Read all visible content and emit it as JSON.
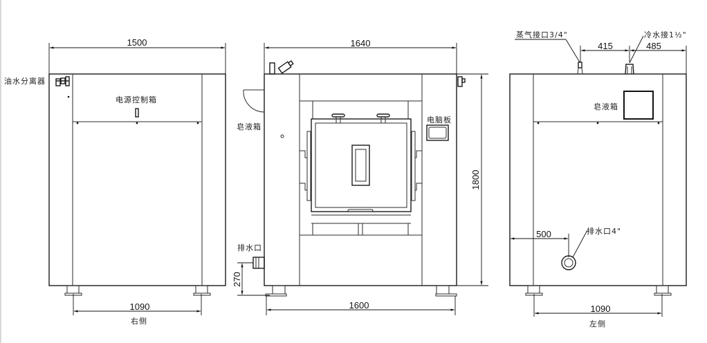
{
  "views": {
    "right_side": {
      "caption": "右侧",
      "dims": {
        "width_top": "1500",
        "feet_span": "1090"
      },
      "labels": {
        "oil_water_separator": "油水分离器",
        "power_control_box": "电源控制箱"
      }
    },
    "front": {
      "dims": {
        "width_top": "1640",
        "feet_span": "1600",
        "height": "1800",
        "drain_height": "270"
      },
      "labels": {
        "soap_box": "皂液箱",
        "computer_panel": "电脑板",
        "drain_outlet": "排水口"
      }
    },
    "left_side": {
      "caption": "左侧",
      "dims": {
        "steam_to_water": "415",
        "water_to_edge": "485",
        "drain_offset": "500",
        "feet_span": "1090"
      },
      "labels": {
        "steam_inlet": "蒸气接口3/4\"",
        "cold_water_inlet": "冷水接1½\"",
        "soap_box": "皂液箱",
        "drain_outlet": "排水口4\""
      }
    }
  },
  "colors": {
    "line": "#2a2a2a",
    "background": "#ffffff"
  }
}
